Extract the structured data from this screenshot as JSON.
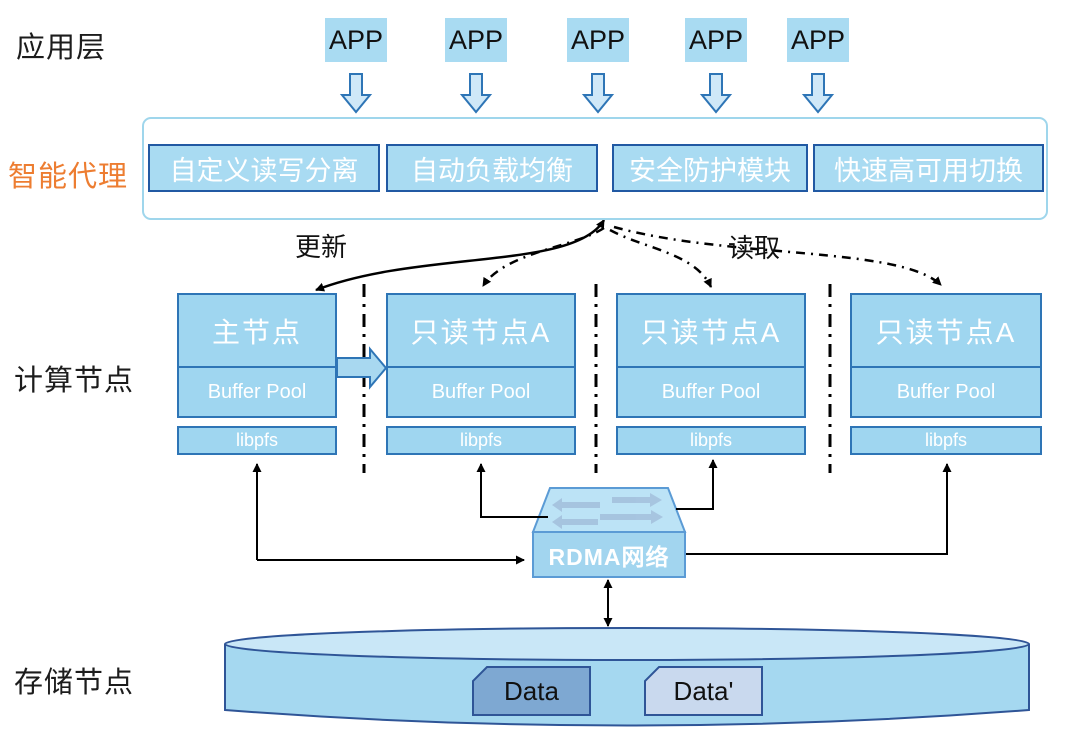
{
  "layer_labels": {
    "app": "应用层",
    "proxy": "智能代理",
    "compute": "计算节点",
    "storage": "存储节点"
  },
  "app_layer": {
    "apps": [
      {
        "label": "APP"
      },
      {
        "label": "APP"
      },
      {
        "label": "APP"
      },
      {
        "label": "APP"
      },
      {
        "label": "APP"
      }
    ]
  },
  "proxy_layer": {
    "modules": [
      {
        "label": "自定义读写分离"
      },
      {
        "label": "自动负载均衡"
      },
      {
        "label": "安全防护模块"
      },
      {
        "label": "快速高可用切换"
      }
    ]
  },
  "flow_labels": {
    "update": "更新",
    "read": "读取"
  },
  "compute_layer": {
    "nodes": [
      {
        "title": "主节点",
        "cache": "Buffer Pool",
        "fs": "libpfs"
      },
      {
        "title": "只读节点A",
        "cache": "Buffer Pool",
        "fs": "libpfs"
      },
      {
        "title": "只读节点A",
        "cache": "Buffer Pool",
        "fs": "libpfs"
      },
      {
        "title": "只读节点A",
        "cache": "Buffer Pool",
        "fs": "libpfs"
      }
    ]
  },
  "network": {
    "label": "RDMA网络"
  },
  "storage_layer": {
    "blocks": [
      {
        "label": "Data"
      },
      {
        "label": "Data'"
      }
    ]
  },
  "colors": {
    "accent_orange": "#ED7D31",
    "light_blue_fill": "#a9dbf2",
    "node_fill": "#9fd6f0",
    "border_blue": "#2e75b6",
    "proxy_module_border": "#2159a3",
    "container_border": "#9fd6ec",
    "switch_top_fill": "#bce3f6",
    "switch_front_fill": "#a2d5ef",
    "cylinder_fill": "#a5d8f0",
    "cylinder_top_fill": "#c9e7f7",
    "cylinder_border": "#2f5597",
    "data_fill": "#7ea8d2",
    "data_prime_fill": "#c9d9ee",
    "line_color": "#000000"
  }
}
